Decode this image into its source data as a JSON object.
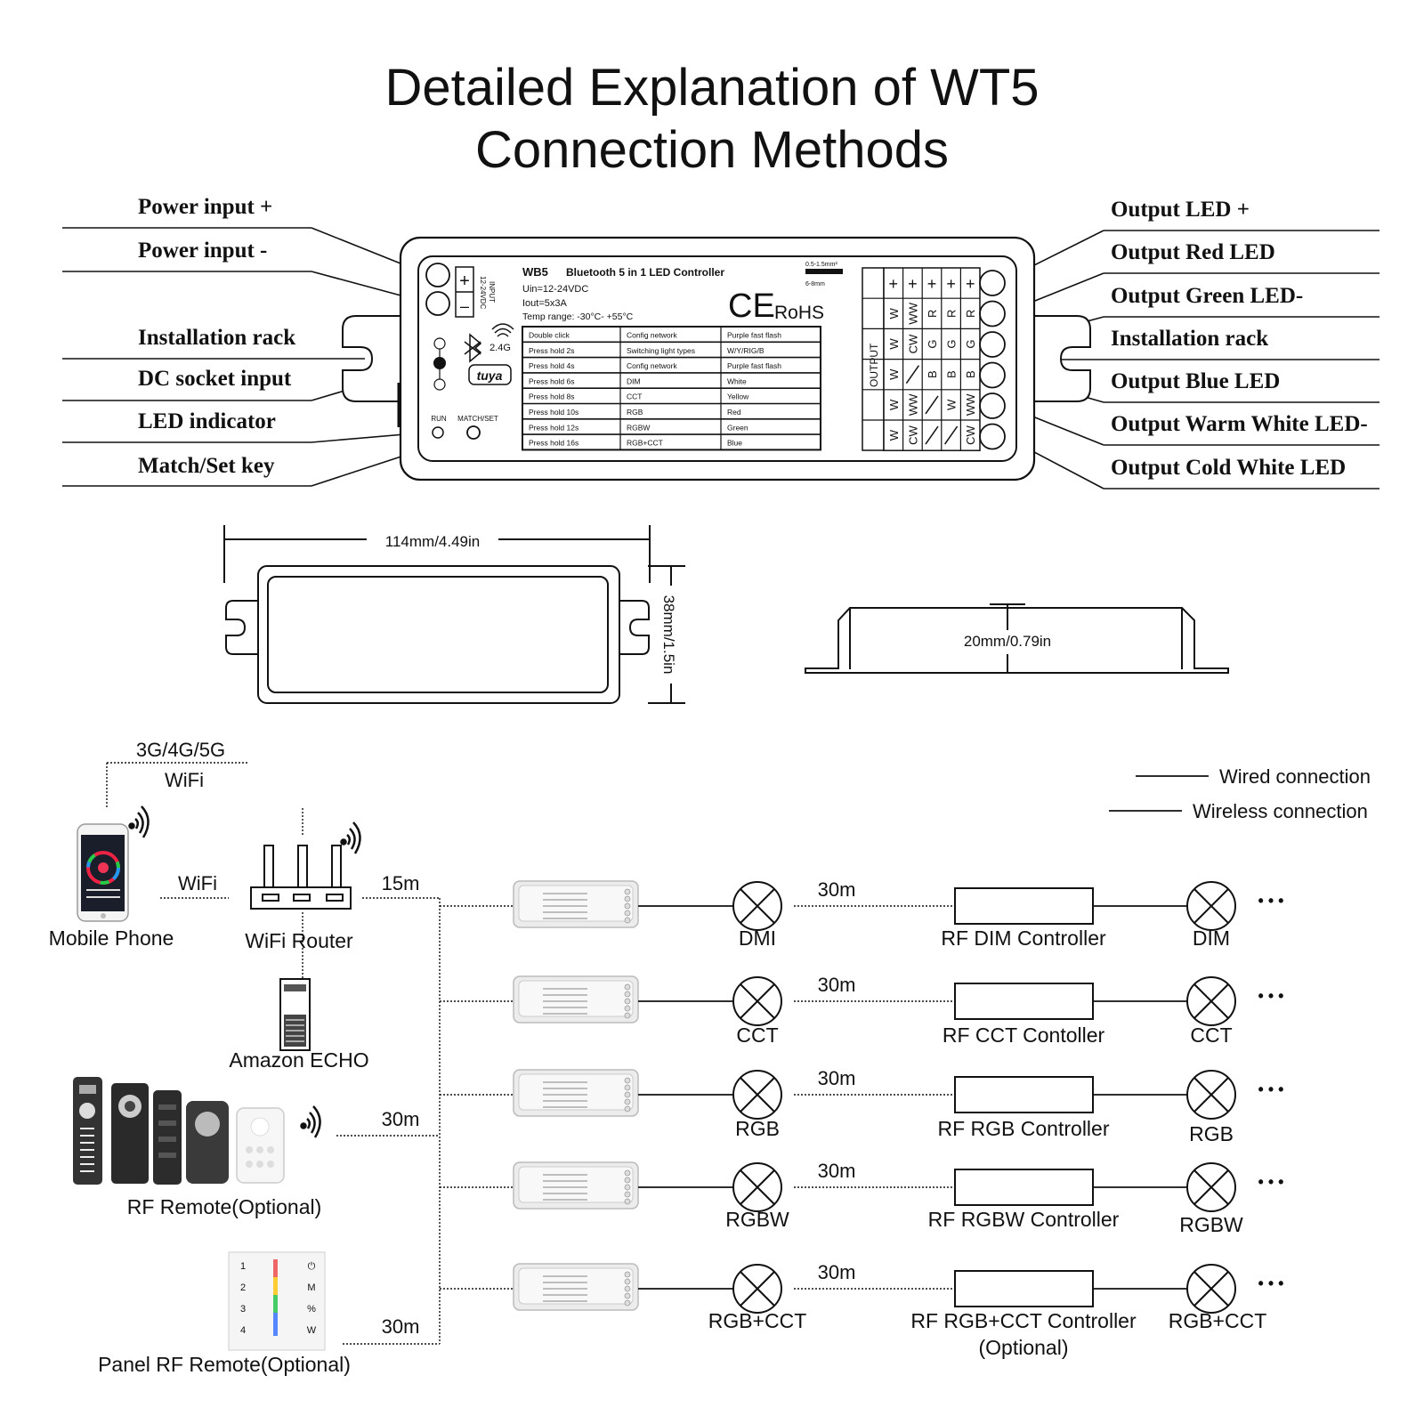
{
  "title": {
    "line1": "Detailed Explanation of WT5",
    "line2": "Connection Methods"
  },
  "left_labels": [
    "Power input +",
    "Power input -",
    "Installation rack",
    "DC socket input",
    "LED indicator",
    "Match/Set key"
  ],
  "right_labels": [
    "Output LED +",
    "Output Red LED",
    "Output Green LED-",
    "Installation rack",
    "Output Blue LED",
    "Output Warm White LED-",
    "Output Cold White LED"
  ],
  "device": {
    "model": "WB5",
    "name": "Bluetooth 5 in 1 LED Controller",
    "uin": "Uin=12-24VDC",
    "iout": "Iout=5x3A",
    "temp": "Temp range: -30°C- +55°C",
    "input_label": "INPUT",
    "input_voltage": "12-24VDC",
    "plus": "+",
    "minus": "–",
    "rf_label": "2.4G",
    "brand": "tuya",
    "ce": "CE",
    "rohs": "RoHS",
    "wire_spec_1": "0.5-1.5mm²",
    "wire_spec_2": "6-8mm",
    "run_label": "RUN",
    "match_label": "MATCH/SET",
    "output_label": "OUTPUT",
    "key_table": [
      [
        "Double click",
        "Config network",
        "Purple fast flash"
      ],
      [
        "Press hold 2s",
        "Switching light types",
        "W/Y/RIG/B"
      ],
      [
        "Press hold 4s",
        "Config network",
        "Purple fast flash"
      ],
      [
        "Press hold 6s",
        "DIM",
        "White"
      ],
      [
        "Press hold 8s",
        "CCT",
        "Yellow"
      ],
      [
        "Press hold 10s",
        "RGB",
        "Red"
      ],
      [
        "Press hold 12s",
        "RGBW",
        "Green"
      ],
      [
        "Press hold 16s",
        "RGB+CCT",
        "Blue"
      ]
    ],
    "terminal_grid": [
      [
        "+",
        "+",
        "+",
        "+",
        "+"
      ],
      [
        "W",
        "WW",
        "R",
        "R",
        "R"
      ],
      [
        "W",
        "CW",
        "G",
        "G",
        "G"
      ],
      [
        "W",
        "/",
        "B",
        "B",
        "B"
      ],
      [
        "W",
        "WW",
        "/",
        "W",
        "WW"
      ],
      [
        "W",
        "CW",
        "/",
        "/",
        "CW"
      ]
    ]
  },
  "dimensions": {
    "length": "114mm/4.49in",
    "width": "38mm/1.5in",
    "height": "20mm/0.79in"
  },
  "legend": {
    "wired": "Wired connection",
    "wireless": "Wireless connection"
  },
  "network": {
    "cell": "3G/4G/5G",
    "wifi_top": "WiFi",
    "wifi_mid": "WiFi",
    "phone": "Mobile Phone",
    "router": "WiFi Router",
    "echo": "Amazon ECHO",
    "rf_remote": "RF Remote(Optional)",
    "panel_remote": "Panel RF Remote(Optional)",
    "dist_router": "15m",
    "dist_remote": "30m",
    "dist_panel": "30m",
    "panel_keys": [
      "1",
      "2",
      "3",
      "4"
    ],
    "panel_right": [
      "⏻",
      "M",
      "%",
      "W"
    ]
  },
  "rows": [
    {
      "lamp1": "DMI",
      "distance": "30m",
      "controller": "RF DIM Controller",
      "controller2": "",
      "lamp2": "DIM",
      "more": "• • •"
    },
    {
      "lamp1": "CCT",
      "distance": "30m",
      "controller": "RF CCT Contoller",
      "controller2": "",
      "lamp2": "CCT",
      "more": "• • •"
    },
    {
      "lamp1": "RGB",
      "distance": "30m",
      "controller": "RF RGB Controller",
      "controller2": "",
      "lamp2": "RGB",
      "more": "• • •"
    },
    {
      "lamp1": "RGBW",
      "distance": "30m",
      "controller": "RF RGBW Controller",
      "controller2": "",
      "lamp2": "RGBW",
      "more": "• • •"
    },
    {
      "lamp1": "RGB+CCT",
      "distance": "30m",
      "controller": "RF RGB+CCT Controller",
      "controller2": "(Optional)",
      "lamp2": "RGB+CCT",
      "more": "• • •"
    }
  ]
}
